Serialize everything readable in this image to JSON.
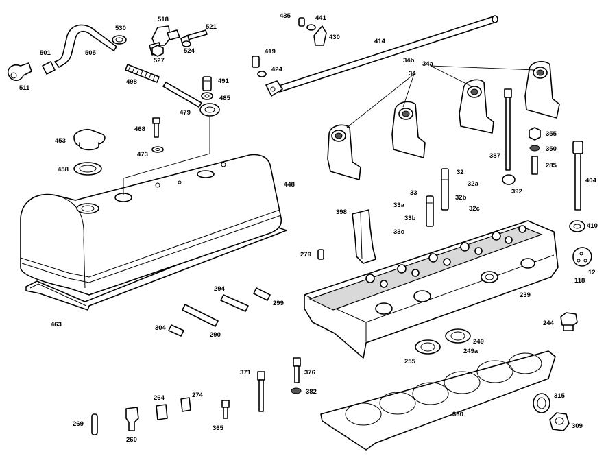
{
  "labels": {
    "p511": "511",
    "p501": "501",
    "p505": "505",
    "p530": "530",
    "p498": "498",
    "p518": "518",
    "p521": "521",
    "p524": "524",
    "p527": "527",
    "p491": "491",
    "p485": "485",
    "p479": "479",
    "p468": "468",
    "p473": "473",
    "p453": "453",
    "p458": "458",
    "p448": "448",
    "p463": "463",
    "p435": "435",
    "p441": "441",
    "p430": "430",
    "p414": "414",
    "p419": "419",
    "p424": "424",
    "p34b": "34b",
    "p34a": "34a",
    "p34": "34",
    "p387": "387",
    "p355": "355",
    "p350": "350",
    "p285": "285",
    "p392": "392",
    "p404": "404",
    "p410": "410",
    "p32": "32",
    "p32a": "32a",
    "p33": "33",
    "p32b": "32b",
    "p33a": "33a",
    "p32c": "32c",
    "p33b": "33b",
    "p33c": "33c",
    "p398": "398",
    "p279": "279",
    "p12": "12",
    "p118": "118",
    "p239": "239",
    "p244": "244",
    "p294": "294",
    "p299": "299",
    "p304": "304",
    "p290": "290",
    "p249": "249",
    "p249a": "249a",
    "p255": "255",
    "p371": "371",
    "p376": "376",
    "p382": "382",
    "p264": "264",
    "p274": "274",
    "p269": "269",
    "p260": "260",
    "p365": "365",
    "p360": "360",
    "p315": "315",
    "p309": "309"
  }
}
